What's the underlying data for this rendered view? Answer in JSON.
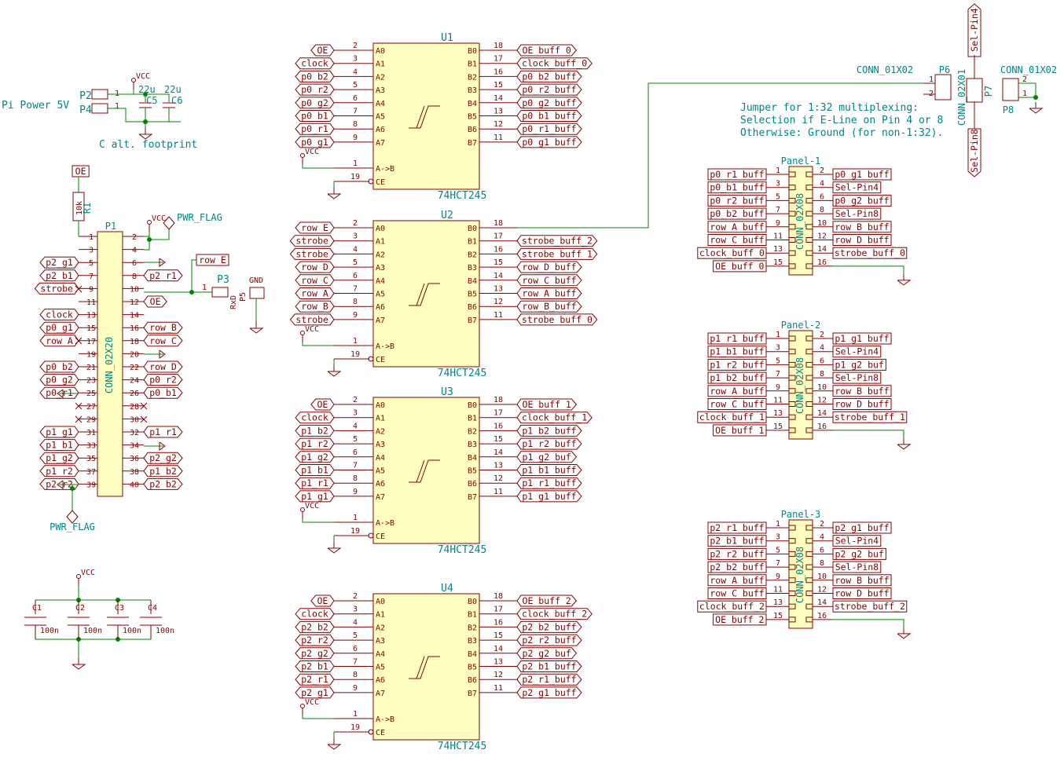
{
  "components": {
    "u1": {
      "ref": "U1",
      "value": "74HCT245",
      "in": [
        "OE",
        "clock",
        "p0_b2",
        "p0_r2",
        "p0_g2",
        "p0_b1",
        "p0_r1",
        "p0_g1"
      ],
      "out": [
        "OE_buff_0",
        "clock_buff_0",
        "p0_b2_buff",
        "p0_r2_buff",
        "p0_g2_buff",
        "p0_b1_buff",
        "p0_r1_buff",
        "p0_g1_buff"
      ]
    },
    "u2": {
      "ref": "U2",
      "value": "74HCT245",
      "in": [
        "row_E",
        "strobe",
        "strobe",
        "row_D",
        "row_C",
        "row_A",
        "row_B",
        "strobe"
      ],
      "out": [
        "",
        "strobe_buff_2",
        "strobe_buff_1",
        "row_D_buff",
        "row_C_buff",
        "row_A_buff",
        "row_B_buff",
        "strobe_buff_0"
      ]
    },
    "u3": {
      "ref": "U3",
      "value": "74HCT245",
      "in": [
        "OE",
        "clock",
        "p1_b2",
        "p1_r2",
        "p1_g2",
        "p1_b1",
        "p1_r1",
        "p1_g1"
      ],
      "out": [
        "OE_buff_1",
        "clock_buff_1",
        "p1_b2_buff",
        "p1_r2_buff",
        "p1_g2_buf",
        "p1_b1_buff",
        "p1_r1_buff",
        "p1_g1_buff"
      ]
    },
    "u4": {
      "ref": "U4",
      "value": "74HCT245",
      "in": [
        "OE",
        "clock",
        "p2_b2",
        "p2_r2",
        "p2_g2",
        "p2_b1",
        "p2_r1",
        "p2_g1"
      ],
      "out": [
        "OE_buff_2",
        "clock_buff_2",
        "p2_b2_buff",
        "p2_r2_buff",
        "p2_g2_buf",
        "p2_b1_buff",
        "p2_r1_buff",
        "p2_g1_buff"
      ]
    },
    "chip_pins_a": [
      "2",
      "3",
      "4",
      "5",
      "6",
      "7",
      "8",
      "9"
    ],
    "chip_pins_b": [
      "18",
      "17",
      "16",
      "15",
      "14",
      "13",
      "12",
      "11"
    ],
    "chip_in_names": [
      "A0",
      "A1",
      "A2",
      "A3",
      "A4",
      "A5",
      "A6",
      "A7"
    ],
    "chip_out_names": [
      "B0",
      "B1",
      "B2",
      "B3",
      "B4",
      "B5",
      "B6",
      "B7"
    ],
    "chip_dir": "A->B",
    "chip_ce": "CE",
    "chip_pin1": "1",
    "chip_pin19": "19",
    "panel1": {
      "ref": "Panel-1",
      "value": "CONN_02X08",
      "left": [
        "p0_r1_buff",
        "p0_b1_buff",
        "p0_r2_buff",
        "p0_b2_buff",
        "row_A_buff",
        "row_C_buff",
        "clock_buff_0",
        "OE_buff_0"
      ],
      "right": [
        "p0_g1_buff",
        "Sel-Pin4",
        "p0_g2_buff",
        "Sel-Pin8",
        "row_B_buff",
        "row_D_buff",
        "strobe_buff_0",
        ""
      ]
    },
    "panel2": {
      "ref": "Panel-2",
      "value": "CONN_02X08",
      "left": [
        "p1_r1_buff",
        "p1_b1_buff",
        "p1_r2_buff",
        "p1_b2_buff",
        "row_A_buff",
        "row_C_buff",
        "clock_buff_1",
        "OE_buff_1"
      ],
      "right": [
        "p1_g1_buff",
        "Sel-Pin4",
        "p1_g2_buf",
        "Sel-Pin8",
        "row_B_buff",
        "row_D_buff",
        "strobe_buff_1",
        ""
      ]
    },
    "panel3": {
      "ref": "Panel-3",
      "value": "CONN_02X08",
      "left": [
        "p2_r1_buff",
        "p2_b1_buff",
        "p2_r2_buff",
        "p2_b2_buff",
        "row_A_buff",
        "row_C_buff",
        "clock_buff_2",
        "OE_buff_2"
      ],
      "right": [
        "p2_g1_buff",
        "Sel-Pin4",
        "p2_g2_buf",
        "Sel-Pin8",
        "row_B_buff",
        "row_D_buff",
        "strobe_buff_2",
        ""
      ]
    },
    "panel_pins_l": [
      "1",
      "3",
      "5",
      "7",
      "9",
      "11",
      "13",
      "15"
    ],
    "panel_pins_r": [
      "2",
      "4",
      "6",
      "8",
      "10",
      "12",
      "14",
      "16"
    ],
    "p1": {
      "ref": "P1",
      "value": "CONN_02X20",
      "left_labels": [
        "",
        "",
        "p2_g1",
        "p2_b1",
        "strobe",
        "",
        "clock",
        "p0_g1",
        "row_A",
        "",
        "p0_b2",
        "p0_g2",
        "p0_r1",
        "",
        "",
        "p1_g1",
        "p1_b1",
        "p1_g2",
        "p1_r2",
        "p2_r2"
      ],
      "right_labels": [
        "",
        "",
        "",
        "p2_r1",
        "",
        "OE",
        "",
        "row_B",
        "row_C",
        "",
        "row_D",
        "p0_r2",
        "p0_b1",
        "",
        "",
        "p1_r1",
        "",
        "p2_g2",
        "p1_b2",
        "p2_b2"
      ]
    },
    "r1": {
      "ref": "R1",
      "value": "10k",
      "net": "OE"
    },
    "caps": [
      {
        "ref": "C1",
        "value": "100n"
      },
      {
        "ref": "C2",
        "value": "100n"
      },
      {
        "ref": "C3",
        "value": "100n"
      },
      {
        "ref": "C4",
        "value": "100n"
      }
    ],
    "c5": {
      "ref": "C5",
      "value": "22u"
    },
    "c6": {
      "ref": "C6",
      "value": "22u"
    },
    "p2": "P2",
    "p4": "P4",
    "p3": {
      "ref": "P3",
      "value": "RxD"
    },
    "p5": {
      "ref": "P5",
      "value": "GND"
    },
    "p6": {
      "ref": "P6",
      "value": "CONN_01X02"
    },
    "p7": {
      "ref": "P7",
      "value": "CONN_02X01",
      "top": "Sel-Pin4",
      "bottom": "Sel-Pin8"
    },
    "p8": {
      "ref": "P8",
      "value": "CONN_01X02"
    },
    "row_e": "row_E"
  },
  "texts": {
    "pi_power": "Pi Power 5V",
    "c_alt": "C alt. footprint",
    "pwr_flag": "PWR_FLAG",
    "vcc": "VCC",
    "jumper_note_1": "Jumper for 1:32 multiplexing:",
    "jumper_note_2": "Selection if E-Line on Pin 4 or 8",
    "jumper_note_3": "Otherwise: Ground (for non-1:32)."
  }
}
